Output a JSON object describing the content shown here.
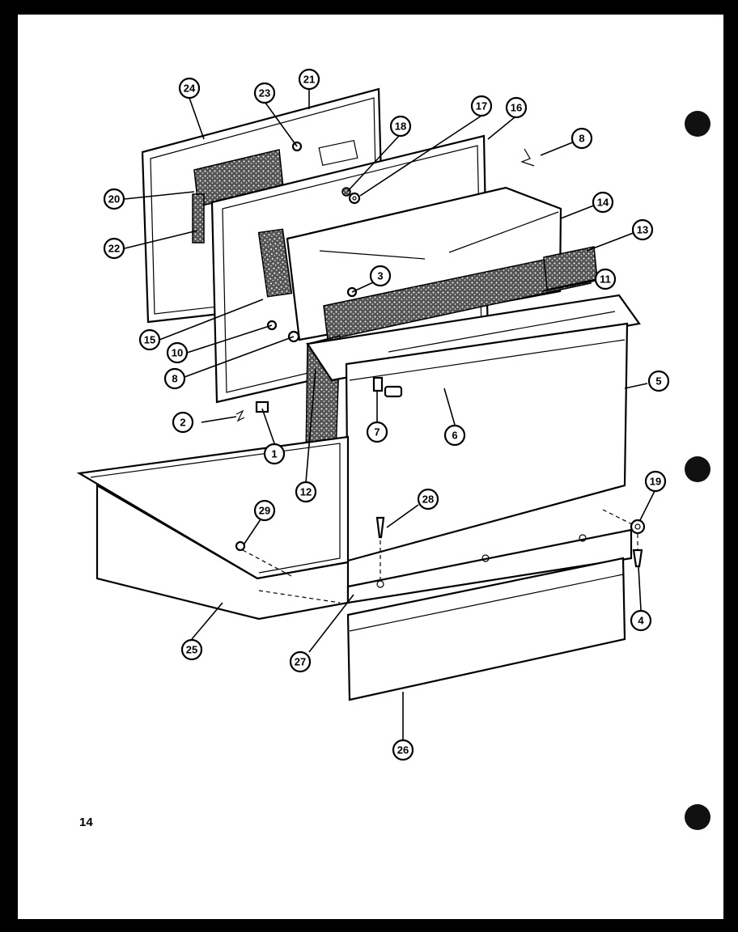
{
  "diagram": {
    "page_number": "14",
    "callouts": {
      "c1": "1",
      "c2": "2",
      "c3": "3",
      "c4": "4",
      "c5": "5",
      "c6": "6",
      "c7": "7",
      "c8a": "8",
      "c8b": "8",
      "c10": "10",
      "c11": "11",
      "c12": "12",
      "c13": "13",
      "c14": "14",
      "c15": "15",
      "c16": "16",
      "c17": "17",
      "c18": "18",
      "c19": "19",
      "c20": "20",
      "c21": "21",
      "c22": "22",
      "c23": "23",
      "c24": "24",
      "c25": "25",
      "c26": "26",
      "c27": "27",
      "c28": "28",
      "c29": "29"
    }
  }
}
